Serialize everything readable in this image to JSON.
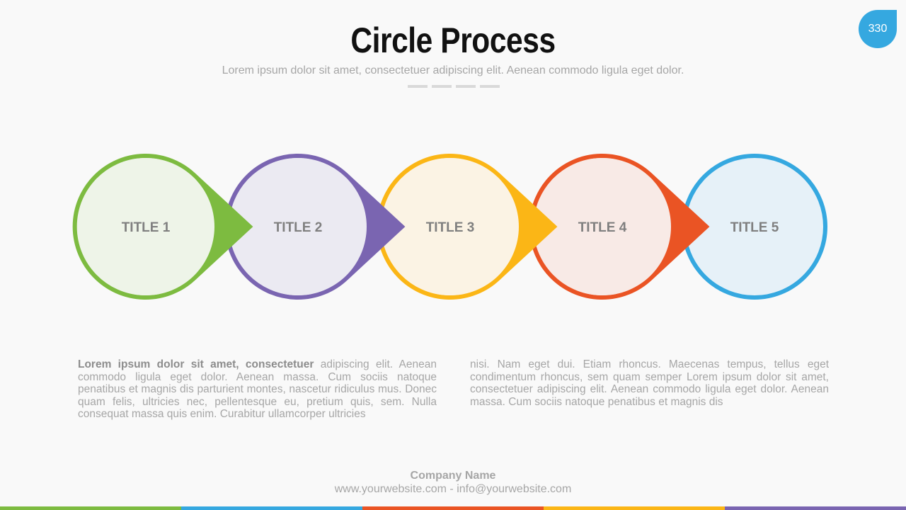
{
  "header": {
    "title": "Circle Process",
    "subtitle": "Lorem ipsum dolor sit amet, consectetuer adipiscing elit. Aenean commodo ligula eget dolor.",
    "page_number": "330"
  },
  "steps": [
    {
      "label": "TITLE 1",
      "color": "#7dbb40",
      "fill": "#eef4e8"
    },
    {
      "label": "TITLE 2",
      "color": "#7a65b1",
      "fill": "#ebeaf2"
    },
    {
      "label": "TITLE 3",
      "color": "#fbb616",
      "fill": "#fbf3e4"
    },
    {
      "label": "TITLE 4",
      "color": "#ea5424",
      "fill": "#f8eae6"
    },
    {
      "label": "TITLE 5",
      "color": "#35a8e0",
      "fill": "#e6f1f8"
    }
  ],
  "body": {
    "left_bold": "Lorem ipsum dolor sit amet, consectetuer",
    "left_text": " adipiscing elit. Aenean commodo ligula eget dolor. Aenean massa. Cum sociis natoque penatibus et magnis dis parturient montes, nascetur ridiculus mus. Donec quam felis, ultricies nec, pellentesque eu, pretium quis, sem. Nulla consequat massa quis enim. Curabitur ullamcorper ultricies",
    "right_text": "nisi. Nam eget dui. Etiam rhoncus. Maecenas tempus, tellus eget condimentum rhoncus, sem quam semper Lorem ipsum dolor sit amet, consectetuer adipiscing elit. Aenean commodo ligula eget dolor. Aenean massa. Cum sociis natoque penatibus et magnis dis"
  },
  "footer": {
    "company": "Company Name",
    "contact": "www.yourwebsite.com - info@yourwebsite.com"
  },
  "bottom_bar_colors": [
    "#7dbb40",
    "#35a8e0",
    "#ea5424",
    "#fbb616",
    "#7a65b1"
  ]
}
